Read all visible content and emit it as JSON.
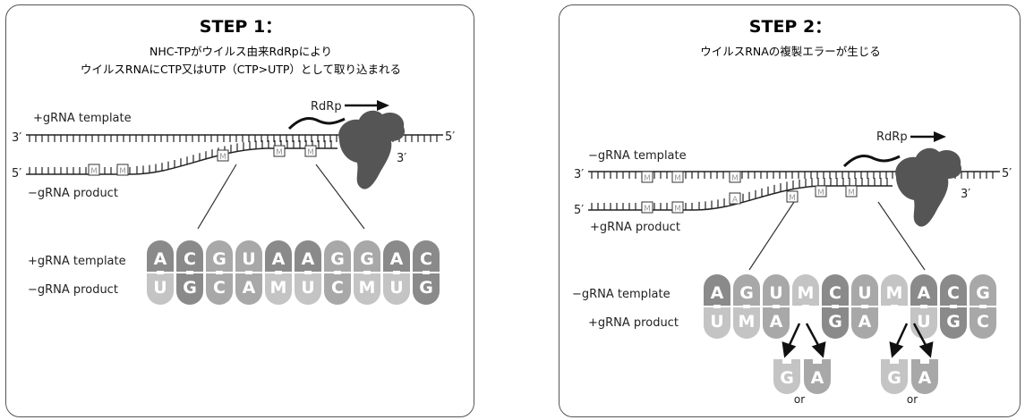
{
  "step1": {
    "title": "STEP 1：",
    "desc_line1": "NHC-TPがウイルス由来RdRpにより",
    "desc_line2": "ウイルスRNAにCTP又はUTP（CTP>UTP）として取り込まれる",
    "rdrp_label": "RdRp",
    "template_label": "+gRNA template",
    "product_label": "−gRNA product",
    "prime_3": "3′",
    "prime_5": "5′",
    "marker": "M",
    "zoom_template_label": "+gRNA template",
    "zoom_product_label": "−gRNA product",
    "template_bases": [
      "A",
      "C",
      "G",
      "U",
      "A",
      "A",
      "G",
      "G",
      "A",
      "C"
    ],
    "product_bases": [
      "U",
      "G",
      "C",
      "A",
      "M",
      "U",
      "C",
      "M",
      "U",
      "G"
    ]
  },
  "step2": {
    "title": "STEP 2：",
    "desc_line1": "ウイルスRNAの複製エラーが生じる",
    "rdrp_label": "RdRp",
    "template_label": "−gRNA template",
    "product_label": "+gRNA product",
    "prime_3": "3′",
    "prime_5": "5′",
    "marker": "M",
    "marker_a": "A",
    "zoom_template_label": "−gRNA template",
    "zoom_product_label": "+gRNA product",
    "template_bases": [
      "A",
      "G",
      "U",
      "M",
      "C",
      "U",
      "M",
      "A",
      "C",
      "G"
    ],
    "product_bases": [
      "U",
      "M",
      "A",
      "",
      "G",
      "A",
      "",
      "U",
      "G",
      "C"
    ],
    "error_options_1": [
      "G",
      "A"
    ],
    "error_options_2": [
      "G",
      "A"
    ],
    "or_label": "or"
  },
  "colors": {
    "border": "#555555",
    "polymerase": "#555555",
    "dark_base": "#8a8a8a",
    "mid_base": "#a8a8a8",
    "light_base": "#c4c4c4"
  }
}
